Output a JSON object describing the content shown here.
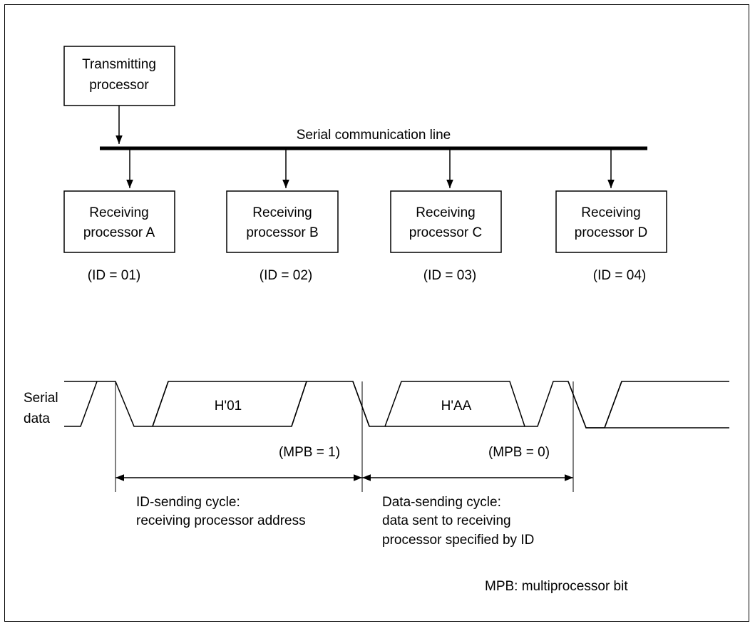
{
  "transmitter": {
    "line1": "Transmitting",
    "line2": "processor"
  },
  "bus_label": "Serial communication line",
  "receivers": [
    {
      "line1": "Receiving",
      "line2": "processor A",
      "id": "(ID = 01)"
    },
    {
      "line1": "Receiving",
      "line2": "processor B",
      "id": "(ID = 02)"
    },
    {
      "line1": "Receiving",
      "line2": "processor C",
      "id": "(ID = 03)"
    },
    {
      "line1": "Receiving",
      "line2": "processor D",
      "id": "(ID = 04)"
    }
  ],
  "waveform": {
    "label_line1": "Serial",
    "label_line2": "data",
    "frame1_value": "H'01",
    "frame2_value": "H'AA",
    "mpb1": "(MPB = 1)",
    "mpb0": "(MPB = 0)"
  },
  "cycles": {
    "id_line1": "ID-sending cycle:",
    "id_line2": "receiving processor address",
    "data_line1": "Data-sending cycle:",
    "data_line2": "data sent to receiving",
    "data_line3": "processor specified by ID"
  },
  "footnote": "MPB: multiprocessor bit"
}
